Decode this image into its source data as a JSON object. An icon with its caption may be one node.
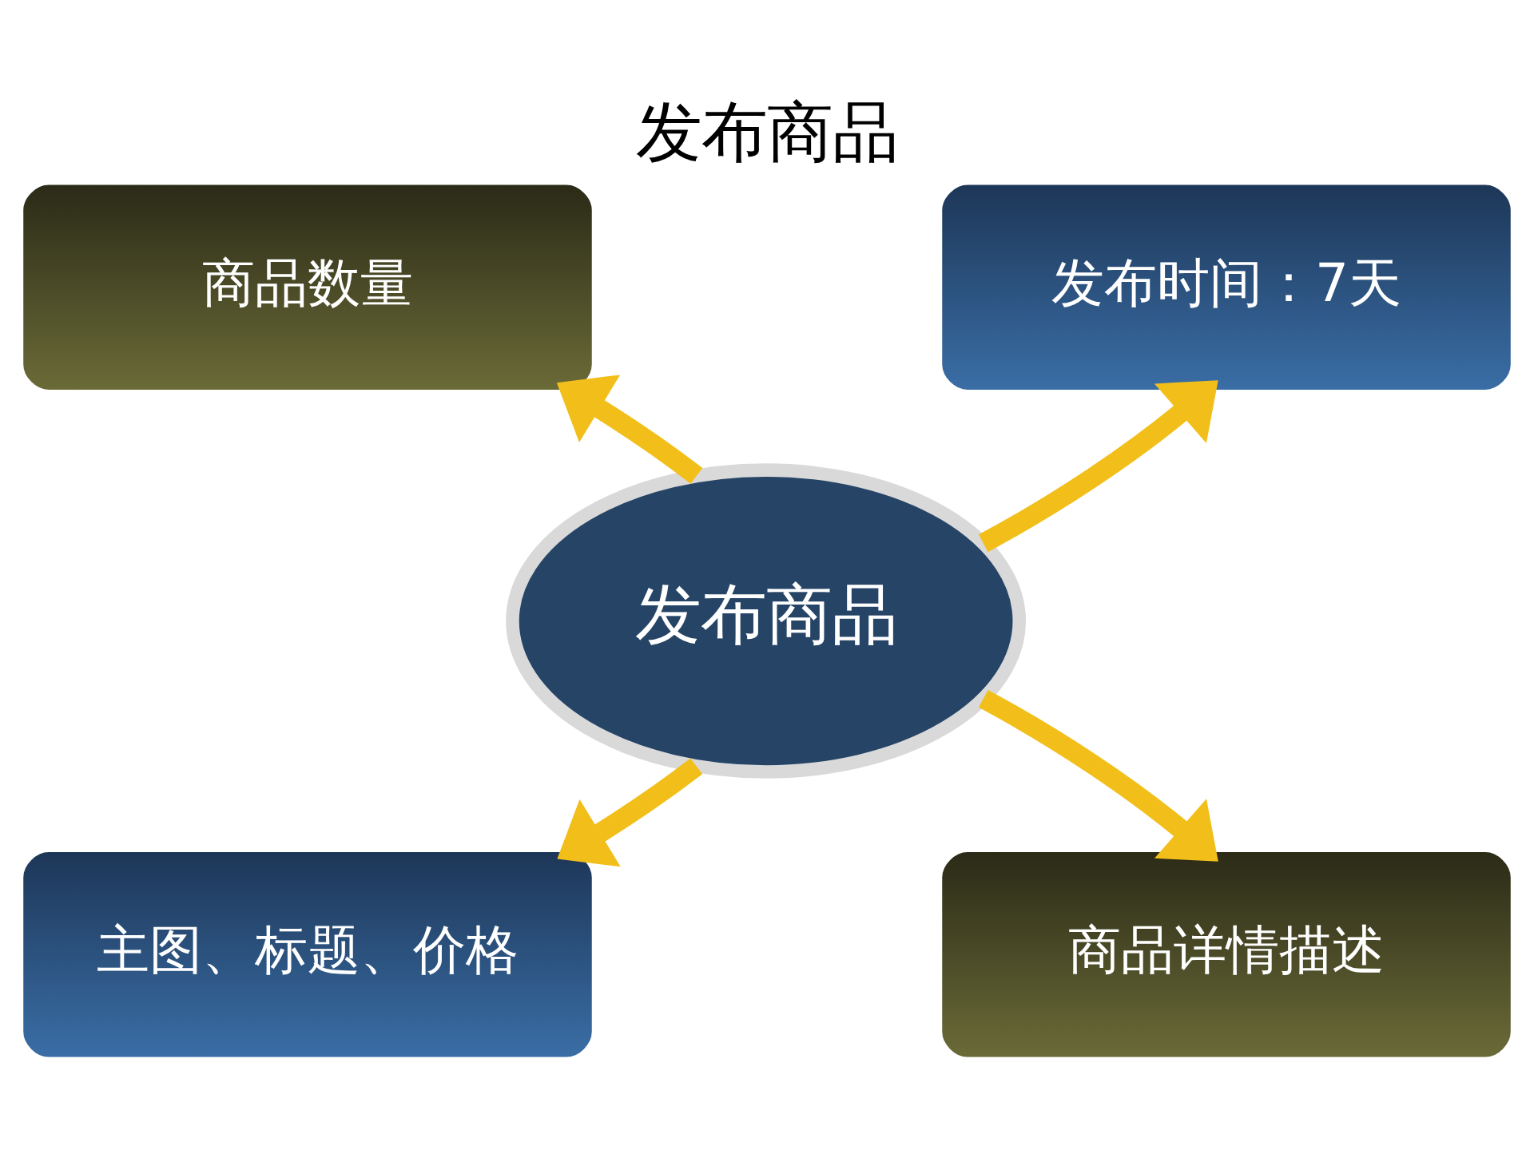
{
  "diagram": {
    "title": "发布商品",
    "nodes": [
      {
        "text": [
          "商品数量"
        ]
      },
      {
        "text": [
          "发布时间：7天"
        ]
      },
      {
        "text": [
          "发布商品"
        ]
      },
      {
        "text": [
          "主图、标题、价格"
        ]
      },
      {
        "text": [
          "商品详情描述"
        ]
      }
    ],
    "edges": [
      {
        "from": 2,
        "to": 0,
        "arrow": "to"
      },
      {
        "from": 2,
        "to": 1,
        "arrow": "to"
      },
      {
        "from": 2,
        "to": 3,
        "arrow": "to"
      },
      {
        "from": 2,
        "to": 4,
        "arrow": "to"
      }
    ]
  }
}
